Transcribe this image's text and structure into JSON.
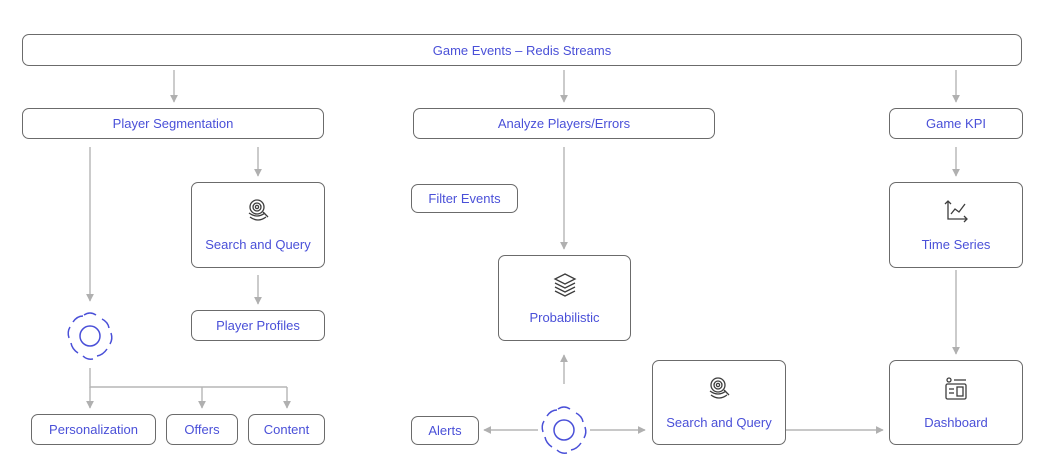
{
  "header": {
    "title": "Game Events – Redis Streams"
  },
  "nodes": {
    "player_segmentation": "Player Segmentation",
    "analyze": "Analyze Players/Errors",
    "game_kpi": "Game KPI",
    "search_query_left": "Search and Query",
    "player_profiles": "Player Profiles",
    "personalization": "Personalization",
    "offers": "Offers",
    "content": "Content",
    "filter_events": "Filter Events",
    "probabilistic": "Probabilistic",
    "alerts": "Alerts",
    "search_query_right": "Search and Query",
    "time_series": "Time Series",
    "dashboard": "Dashboard"
  },
  "icons": {
    "search": "search-query-icon",
    "probabilistic": "stacked-layers-icon",
    "timeseries": "line-chart-icon",
    "dashboard": "dashboard-layout-icon",
    "processing": "gear-icon"
  },
  "colors": {
    "accent": "#4a50d8",
    "border": "#6b6b6b",
    "connector": "#b5b5b5"
  }
}
